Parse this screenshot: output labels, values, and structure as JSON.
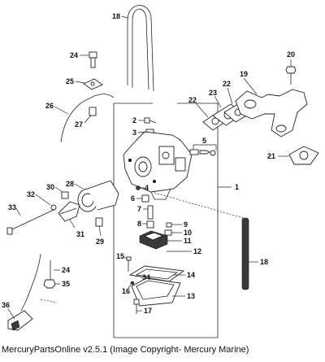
{
  "caption": "MercuryPartsOnline v2.5.1 (Image Copyright- Mercury Marine)",
  "callouts": {
    "c1": "1",
    "c2": "2",
    "c3": "3",
    "c4": "4",
    "c5": "5",
    "c6": "6",
    "c7": "7",
    "c8": "8",
    "c9": "9",
    "c10": "10",
    "c11": "11",
    "c12": "12",
    "c13": "13",
    "c14": "14",
    "c15": "15",
    "c16": "16",
    "c17": "17",
    "c18a": "18",
    "c18b": "18",
    "c19": "19",
    "c20": "20",
    "c21": "21",
    "c22a": "22",
    "c22b": "22",
    "c23": "23",
    "c24a": "24",
    "c24b": "24",
    "c25": "25",
    "c26": "26",
    "c27": "27",
    "c28": "28",
    "c29": "29",
    "c30": "30",
    "c31": "31",
    "c32": "32",
    "c33": "33",
    "c34": "34",
    "c35": "35",
    "c36": "36"
  }
}
